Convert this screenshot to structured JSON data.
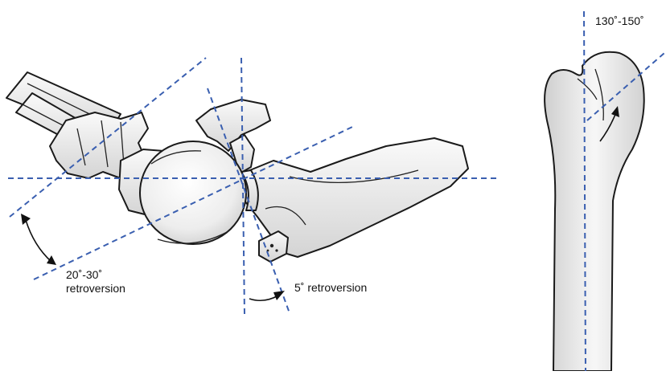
{
  "figure": {
    "labels": {
      "humeral_retroversion_angle": "20˚-30˚",
      "humeral_retroversion_word": "retroversion",
      "glenoid_retroversion": "5˚ retroversion",
      "neck_shaft_angle": "130˚-150˚"
    },
    "colors": {
      "axis_lines": "#3a5fb0",
      "outline": "#1a1a1a",
      "bone_fill": "#e6e6e6"
    }
  }
}
